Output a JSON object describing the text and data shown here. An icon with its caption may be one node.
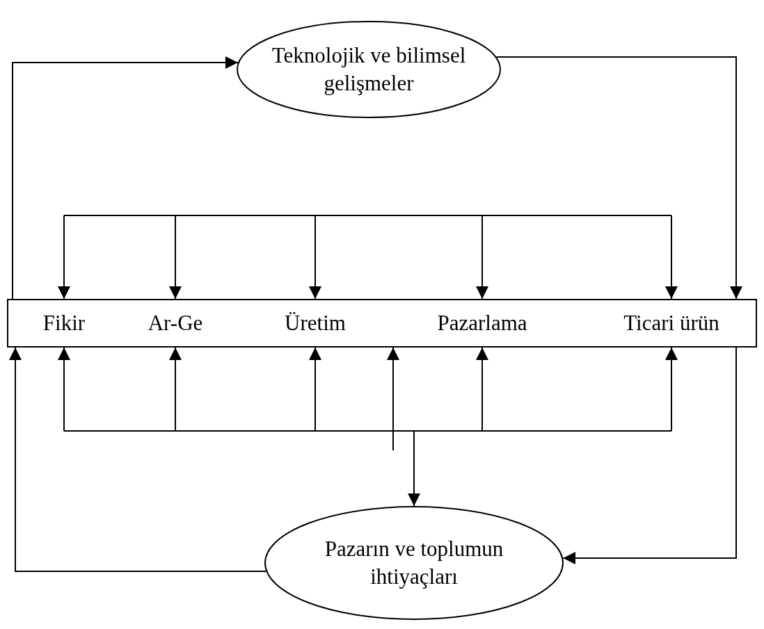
{
  "diagram": {
    "nodes": [
      {
        "text": [
          "Teknolojik ve bilimsel gelişmeler"
        ]
      },
      {
        "text": [],
        "shape": "box"
      },
      {
        "text": [
          "Fikir"
        ],
        "in": 1
      },
      {
        "text": [
          "Ar-Ge"
        ],
        "in": 1
      },
      {
        "text": [
          "Üretim"
        ],
        "in": 1
      },
      {
        "text": [
          "Pazarlama"
        ],
        "in": 1
      },
      {
        "text": [
          "Ticari ürün"
        ],
        "in": 1
      },
      {
        "text": [
          "Pazarın ve toplumun ihtiyaçları"
        ]
      }
    ],
    "edges": [
      {
        "from": 1,
        "to": 0,
        "arrow": "to"
      },
      {
        "from": 0,
        "to": 1,
        "arrow": "to"
      },
      {
        "from": null,
        "to": 2,
        "arrow": "to"
      },
      {
        "from": null,
        "to": 3,
        "arrow": "to"
      },
      {
        "from": null,
        "to": 4,
        "arrow": "to"
      },
      {
        "from": null,
        "to": 5,
        "arrow": "to"
      },
      {
        "from": null,
        "to": 6,
        "arrow": "to"
      },
      {
        "from": null,
        "to": 2,
        "arrow": "to"
      },
      {
        "from": null,
        "to": 3,
        "arrow": "to"
      },
      {
        "from": null,
        "to": 4,
        "arrow": "to"
      },
      {
        "from": null,
        "to": 5,
        "arrow": "to"
      },
      {
        "from": null,
        "to": 6,
        "arrow": "to"
      },
      {
        "from": null,
        "to": 7,
        "arrow": "to"
      },
      {
        "from": null,
        "to": 1,
        "arrow": "to"
      },
      {
        "from": 1,
        "to": 7,
        "arrow": "to"
      },
      {
        "from": 7,
        "to": 1,
        "arrow": "to"
      }
    ]
  }
}
